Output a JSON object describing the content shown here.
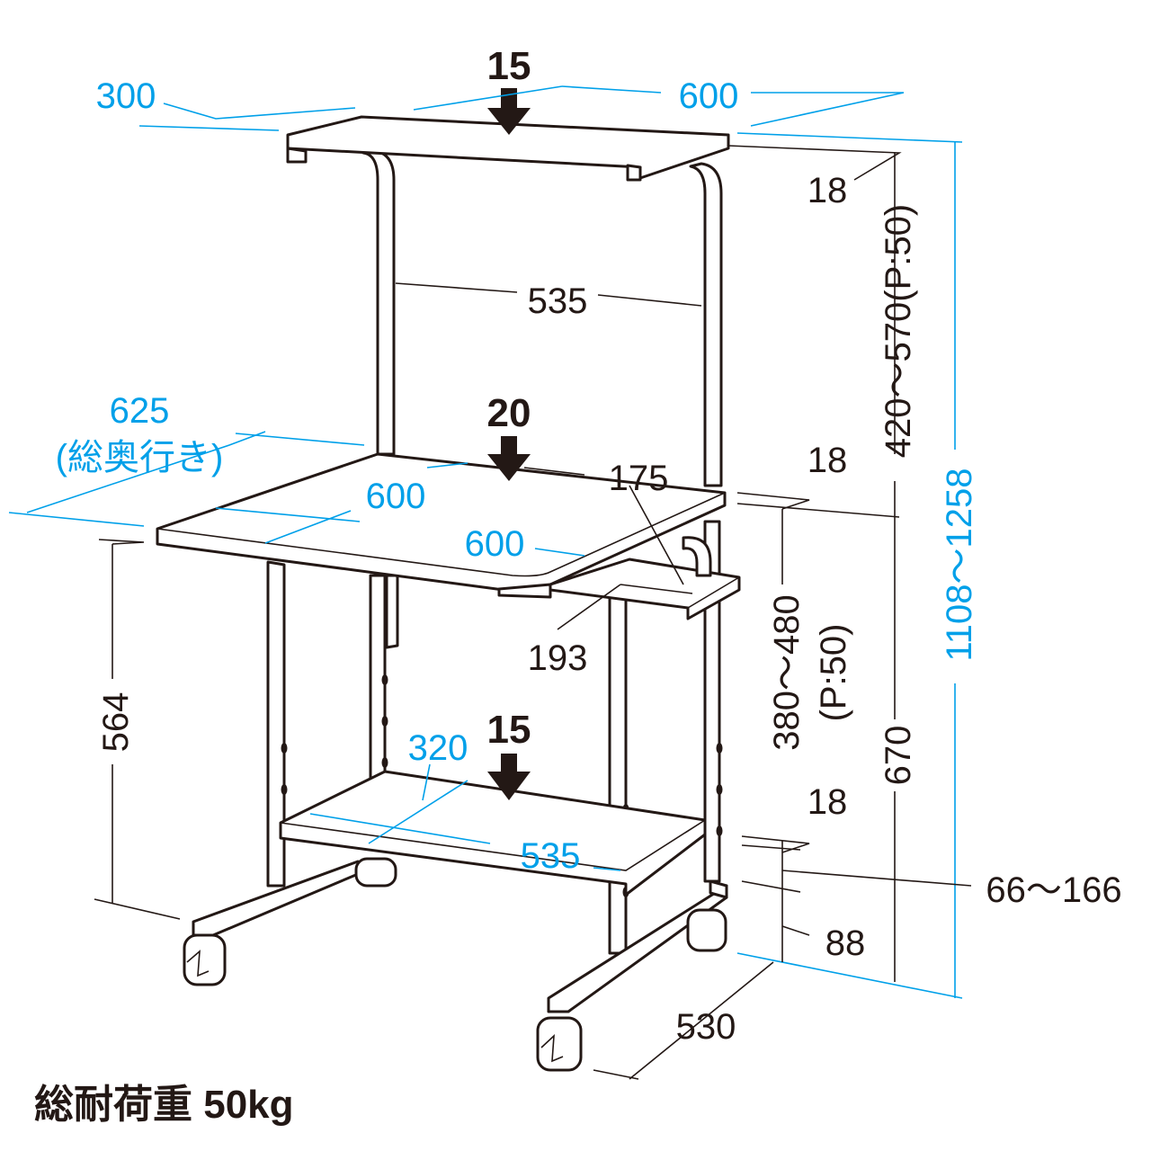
{
  "colors": {
    "line": "#231815",
    "dimension_blue": "#00a0e9"
  },
  "loads": {
    "top_shelf": "15",
    "desk": "20",
    "bottom_shelf": "15"
  },
  "dims": {
    "top_depth": "300",
    "top_width": "600",
    "top_thickness": "18",
    "upper_height_range": "420～570(P:50)",
    "pole_span": "535",
    "overall_height": "1108～1258",
    "desk_total_depth": "625",
    "desk_total_depth_note": "(総奥行き)",
    "desk_depth": "600",
    "desk_width": "600",
    "desk_thickness": "18",
    "mouse_tray_width": "175",
    "mouse_tray_depth": "193",
    "desk_floor_height": "670",
    "leg_height": "564",
    "desk_adjust_range": "380～480",
    "desk_adjust_pitch": "(P:50)",
    "bottom_depth": "320",
    "bottom_width": "535",
    "bottom_thickness": "18",
    "bottom_height_range": "66～166",
    "base_height": "88",
    "base_width": "530"
  },
  "caption": "総耐荷重  50kg"
}
